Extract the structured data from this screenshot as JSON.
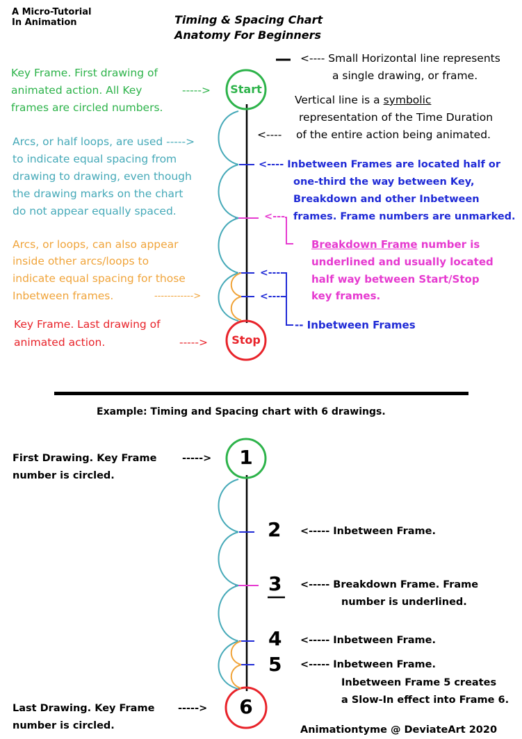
{
  "header": {
    "tutorial_line1": "A Micro-Tutorial",
    "tutorial_line2": "In Animation",
    "title_line1": "Timing & Spacing Chart",
    "title_line2": "Anatomy For Beginners"
  },
  "top_chart": {
    "start_label": "Start",
    "stop_label": "Stop",
    "notes": {
      "small_line_1": "<---- Small Horizontal line represents",
      "small_line_2": "a single drawing, or frame.",
      "vertical_1_pre": "Vertical line is a ",
      "vertical_1_u": "symbolic",
      "vertical_2": "representation of the Time Duration",
      "vertical_3": "of the entire action being animated.",
      "vertical_arrow": "<----",
      "key_first_1": "Key Frame. First drawing of",
      "key_first_2": "animated action.  All Key",
      "key_first_3": "frames are circled numbers.",
      "key_first_arrow": "----->",
      "arcs_1": "Arcs, or half loops, are used ----->",
      "arcs_2": "to indicate equal spacing from",
      "arcs_3": "drawing to drawing, even though",
      "arcs_4": "the drawing marks on the chart",
      "arcs_5": "do not appear equally spaced.",
      "inb_1": "<---- Inbetween Frames are located half or",
      "inb_2": "one-third the way between Key,",
      "inb_3": "Breakdown and other Inbetween",
      "inb_4": "frames. Frame numbers are unmarked.",
      "bd_arrow": "<---",
      "bd_1_u": "Breakdown Frame",
      "bd_1_rest": " number is",
      "bd_2": "underlined and usually located",
      "bd_3": "half way between Start/Stop",
      "bd_4": "key frames.",
      "loops_1": "Arcs, or loops, can also appear",
      "loops_2": "inside other arcs/loops to",
      "loops_3": "indicate equal spacing for those",
      "loops_4": "Inbetween frames.",
      "loops_arrow": "------------>",
      "inb_frames": "--  Inbetween Frames",
      "small_arrow_1": "<----",
      "small_arrow_2": "<----",
      "key_last_1": "Key Frame. Last drawing of",
      "key_last_2": "animated action.",
      "key_last_arrow": "----->"
    }
  },
  "example": {
    "heading": "Example:  Timing and Spacing chart with 6 drawings.",
    "frames": [
      "1",
      "2",
      "3",
      "4",
      "5",
      "6"
    ],
    "first_1": "First Drawing. Key Frame",
    "first_2": "number is circled.",
    "first_arrow": "----->",
    "f2_note": "<-----  Inbetween Frame.",
    "f3_note_1": "<-----  Breakdown Frame. Frame",
    "f3_note_2": "number is underlined.",
    "f4_note": "<-----  Inbetween Frame.",
    "f5_note_1": "<-----  Inbetween Frame.",
    "f5_note_2": "Inbetween Frame 5 creates",
    "f5_note_3": "a Slow-In effect into Frame 6.",
    "last_1": "Last Drawing. Key Frame",
    "last_2": "number is circled.",
    "last_arrow": "----->"
  },
  "credit": "Animationtyme @ DeviateArt  2020",
  "colors": {
    "key": "#2db34a",
    "arc": "#45a9b8",
    "inner_arc": "#f0a43a",
    "stop": "#e8232a",
    "inbetween": "#1f2ad6",
    "breakdown": "#e63ad0"
  }
}
